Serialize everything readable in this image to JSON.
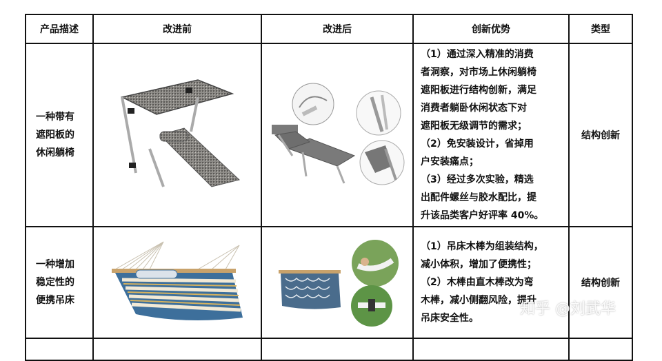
{
  "table": {
    "headers": [
      "产品描述",
      "改进前",
      "改进后",
      "创新优势",
      "类型"
    ],
    "rows": [
      {
        "description_lines": [
          "一种带有",
          "遮阳板的",
          "休闲躺椅"
        ],
        "before_image": "lounge-chair-with-sunshade-image",
        "after_image": "folding-lounger-with-detail-insets-image",
        "advantage_lines": [
          "（1）通过深入精准的消费",
          "者洞察，对市场上休闲躺椅",
          "遮阳板进行结构创新，满足",
          "消费者躺卧休闲状态下对",
          "遮阳板无级调节的需求；",
          "（2）免安装设计，省掉用",
          "户安装痛点；",
          "（3）经过多次实验，精选",
          "出配件螺丝与胶水配比，提",
          "升该品类客户好评率 40%。"
        ],
        "type": "结构创新"
      },
      {
        "description_lines": [
          "一种增加",
          "稳定性的",
          "便携吊床"
        ],
        "before_image": "striped-hammock-image",
        "after_image": "hammock-with-usage-insets-image",
        "advantage_lines": [
          "（1）吊床木棒为组装结构，",
          "减小体积，增加了便携性；",
          "（2）木棒由直木棒改为弯",
          "木棒，减小侧翻风险，提升",
          "吊床安全性。"
        ],
        "type": "结构创新"
      }
    ]
  },
  "watermark": "知乎 @刘武华"
}
